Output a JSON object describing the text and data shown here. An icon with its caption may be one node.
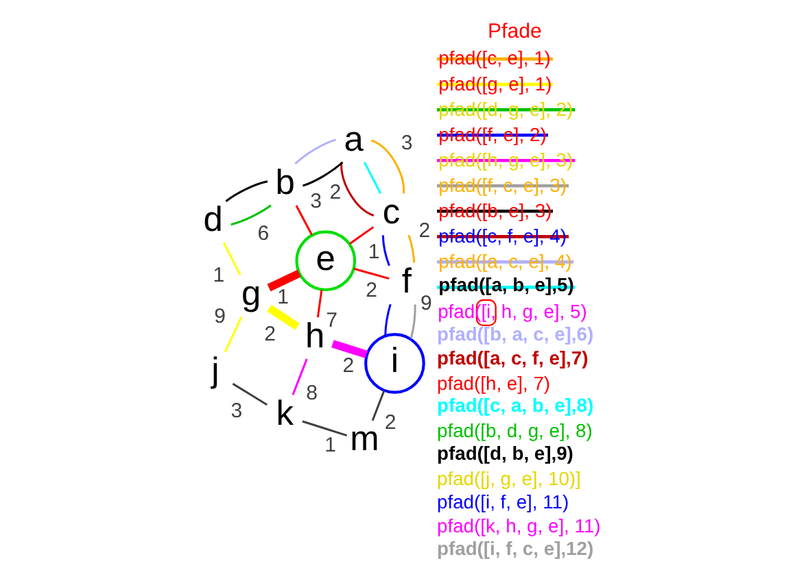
{
  "diagram": {
    "nodes": [
      {
        "text": [
          "a"
        ]
      },
      {
        "text": [
          "b"
        ]
      },
      {
        "text": [
          "c"
        ]
      },
      {
        "text": [
          "d"
        ]
      },
      {
        "text": [
          "e"
        ]
      },
      {
        "text": [
          "f"
        ]
      },
      {
        "text": [
          "g"
        ]
      },
      {
        "text": [
          "h"
        ]
      },
      {
        "text": [
          "i"
        ]
      },
      {
        "text": [
          "j"
        ]
      },
      {
        "text": [
          "k"
        ]
      },
      {
        "text": [
          "m"
        ]
      }
    ],
    "edges": [
      {
        "from": 0,
        "to": 1,
        "arrow": "none",
        "label": "2",
        "color": "#000000"
      },
      {
        "from": 0,
        "to": 1,
        "arrow": "none",
        "color": "#b0b0ff"
      },
      {
        "from": 0,
        "to": 2,
        "arrow": "none",
        "label": "3",
        "color": "#ffb000"
      },
      {
        "from": 0,
        "to": 2,
        "arrow": "none",
        "color": "#c00000"
      },
      {
        "from": 0,
        "to": 2,
        "arrow": "none",
        "color": "#00ffff"
      },
      {
        "from": 1,
        "to": 3,
        "arrow": "none",
        "label": "6",
        "color": "#00c000"
      },
      {
        "from": 1,
        "to": 3,
        "arrow": "none",
        "color": "#000000"
      },
      {
        "from": 1,
        "to": 4,
        "arrow": "none",
        "label": "3",
        "color": "#ff0000"
      },
      {
        "from": 2,
        "to": 4,
        "arrow": "none",
        "label": "1",
        "color": "#ff0000"
      },
      {
        "from": 2,
        "to": 5,
        "arrow": "none",
        "label": "2",
        "color": "#ffb000"
      },
      {
        "from": 2,
        "to": 5,
        "arrow": "none",
        "color": "#0000ff"
      },
      {
        "from": 4,
        "to": 5,
        "arrow": "none",
        "label": "2",
        "color": "#ff0000"
      },
      {
        "from": 3,
        "to": 6,
        "arrow": "none",
        "label": "1",
        "color": "#ffff00"
      },
      {
        "from": 4,
        "to": 6,
        "arrow": "none",
        "label": "1",
        "style": "thick",
        "color": "#ff0000"
      },
      {
        "from": 4,
        "to": 7,
        "arrow": "none",
        "label": "7",
        "color": "#ff0000"
      },
      {
        "from": 6,
        "to": 7,
        "arrow": "none",
        "label": "2",
        "style": "thick",
        "color": "#ffff00"
      },
      {
        "from": 7,
        "to": 8,
        "arrow": "none",
        "label": "2",
        "style": "thick",
        "color": "#ff00ff"
      },
      {
        "from": 5,
        "to": 8,
        "arrow": "none",
        "label": "9",
        "color": "#a0a0a0"
      },
      {
        "from": 5,
        "to": 8,
        "arrow": "none",
        "color": "#0000ff"
      },
      {
        "from": 6,
        "to": 9,
        "arrow": "none",
        "label": "9",
        "color": "#ffff00"
      },
      {
        "from": 7,
        "to": 10,
        "arrow": "none",
        "label": "8",
        "color": "#ff00ff"
      },
      {
        "from": 8,
        "to": 11,
        "arrow": "none",
        "label": "2",
        "color": "#404040"
      },
      {
        "from": 10,
        "to": 11,
        "arrow": "none",
        "label": "1",
        "color": "#404040"
      },
      {
        "from": 9,
        "to": 10,
        "arrow": "none",
        "label": "3",
        "color": "#404040"
      }
    ],
    "labels": [
      "Pfade"
    ],
    "legend": [
      {
        "text": "pfad([c, e], 1)",
        "color": "#ff0000"
      },
      {
        "text": "pfad([g, e], 1)",
        "color": "#ff0000"
      },
      {
        "text": "pfad([d, g, e], 2)",
        "color": "#e6d600"
      },
      {
        "text": "pfad([f, e], 2)",
        "color": "#ff0000"
      },
      {
        "text": "pfad([h, g, e], 3)",
        "color": "#e6d600"
      },
      {
        "text": "pfad([f, c, e], 3)",
        "color": "#ffb000"
      },
      {
        "text": "pfad([b, e], 3)",
        "color": "#ff0000"
      },
      {
        "text": "pfad([c, f, e], 4)",
        "color": "#0000ff"
      },
      {
        "text": "pfad([a, c, e], 4)",
        "color": "#ffb000"
      },
      {
        "text": "pfad([a, b, e],5)",
        "color": "#000000"
      },
      {
        "text": "pfad([i, h, g, e], 5)",
        "color": "#ff00ff"
      },
      {
        "text": "pfad([b, a, c, e],6)",
        "color": "#b0b0ff"
      },
      {
        "text": "pfad([a, c, f, e],7)",
        "color": "#c00000"
      },
      {
        "text": "pfad([h, e], 7)",
        "color": "#ff0000"
      },
      {
        "text": "pfad([c, a, b, e],8)",
        "color": "#00ffff"
      },
      {
        "text": "pfad([b, d, g, e], 8)",
        "color": "#00c000"
      },
      {
        "text": "pfad([d, b, e],9)",
        "color": "#000000"
      },
      {
        "text": "pfad([j, g, e], 10)]",
        "color": "#e6d600"
      },
      {
        "text": "pfad([i, f, e], 11)",
        "color": "#0000ff"
      },
      {
        "text": "pfad([k, h, g, e], 11)",
        "color": "#ff00ff"
      },
      {
        "text": "pfad([i, f, c, e],12)",
        "color": "#a0a0a0"
      }
    ]
  }
}
